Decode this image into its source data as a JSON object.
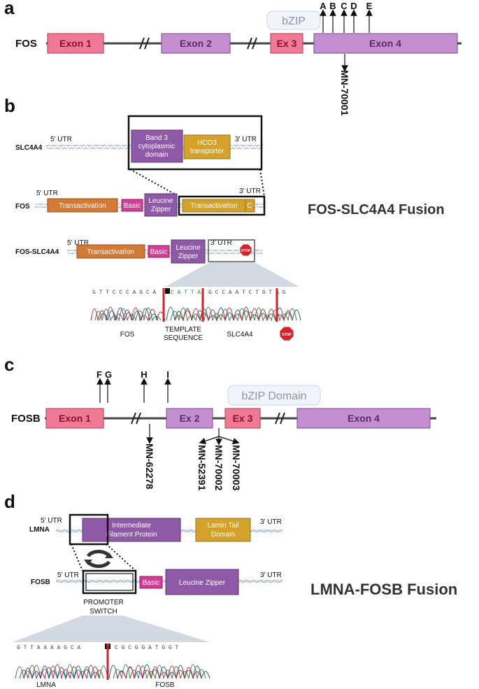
{
  "panels": {
    "a": "a",
    "b": "b",
    "c": "c",
    "d": "d"
  },
  "panel_a": {
    "gene": "FOS",
    "exons": [
      "Exon 1",
      "Exon 2",
      "Ex 3",
      "Exon 4"
    ],
    "domain_label": "bZIP",
    "mutations_above": [
      "A",
      "B",
      "C",
      "D",
      "E"
    ],
    "mutation_below": "MN-70001"
  },
  "panel_b": {
    "slc_gene": "SLC4A4",
    "slc_5utr": "5' UTR",
    "slc_3utr": "3' UTR",
    "slc_domain1": [
      "Band 3",
      "cytoplasmic",
      "domain"
    ],
    "slc_domain2": [
      "HCO3",
      "transporter"
    ],
    "fos_gene": "FOS",
    "fos_5utr": "5' UTR",
    "fos_3utr": "3' UTR",
    "fos_transactivation": "Transactivation",
    "fos_basic": "Basic",
    "fos_leucine": [
      "Leucine",
      "Zipper"
    ],
    "fos_transactivation2": "Transactivation",
    "fos_c": "C",
    "fusion_title": "FOS-SLC4A4 Fusion",
    "fusion_gene": "FOS-SLC4A4",
    "fusion_5utr": "5' UTR",
    "fusion_3utr": "3' UTR",
    "fusion_transactivation": "Transactivation",
    "fusion_basic": "Basic",
    "fusion_leucine": [
      "Leucine",
      "Zipper"
    ],
    "stop": "STOP",
    "seq_left": "G T T C C C A G C A",
    "seq_mid": "C A T T A",
    "seq_right": "G C C A A T C T G T A G",
    "chrom_labels": {
      "fos": "FOS",
      "template": [
        "TEMPLATE",
        "SEQUENCE"
      ],
      "slc": "SLC4A4"
    }
  },
  "panel_c": {
    "gene": "FOSB",
    "exons": [
      "Exon 1",
      "Ex 2",
      "Ex 3",
      "Exon 4"
    ],
    "domain_label": "bZIP Domain",
    "mutations_above": [
      "F",
      "G",
      "H",
      "I"
    ],
    "mutations_below": [
      "MN-62278",
      "MN-52391",
      "MN-70002",
      "MN-70003"
    ]
  },
  "panel_d": {
    "lmna_gene": "LMNA",
    "lmna_5utr": "5' UTR",
    "lmna_3utr": "3' UTR",
    "lmna_domain1": [
      "Intermediate",
      "Filament Protein"
    ],
    "lmna_domain2": [
      "Lamin Tail",
      "Domain"
    ],
    "fosb_gene": "FOSB",
    "fosb_5utr": "5' UTR",
    "fosb_3utr": "3' UTR",
    "fosb_basic": "Basic",
    "fosb_leucine": "Leucine Zipper",
    "promoter": [
      "PROMOTER",
      "SWITCH"
    ],
    "fusion_title": "LMNA-FOSB Fusion",
    "seq_left": "G T T A A A A G C A",
    "seq_mid": "T",
    "seq_right": "C G C G G A T G G T",
    "chrom_labels": {
      "lmna": "LMNA",
      "fosb": "FOSB"
    }
  },
  "colors": {
    "exon_pink": "#f07a95",
    "exon_purple": "#c48fd0",
    "domain_purple": "#8e5aa8",
    "domain_orange": "#d27a36",
    "domain_gold": "#d4a12a",
    "basic_magenta": "#d63d97",
    "stop_red": "#d8212c",
    "line_gray": "#444444"
  }
}
